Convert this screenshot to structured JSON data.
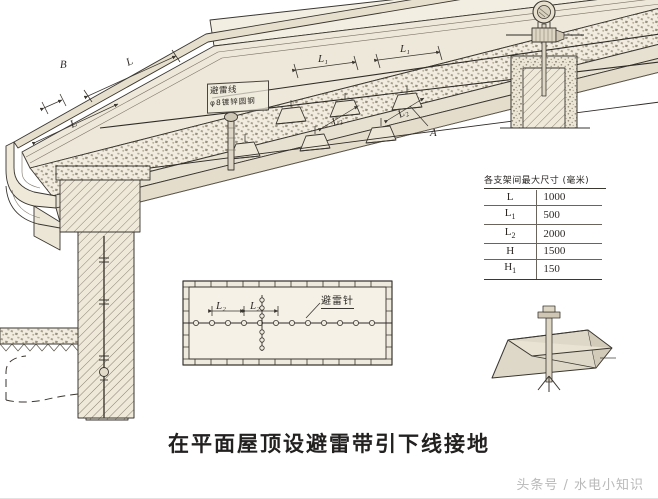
{
  "figure": {
    "caption": "在平面屋顶设避雷带引下线接地",
    "watermark": "头条号 / 水电小知识"
  },
  "roof_label": {
    "line1": "避雷线",
    "line2": "φ8镀锌圆钢"
  },
  "plan_inset": {
    "rod_label": "避雷针",
    "dim_left": "L₂",
    "dim_right": "L₂"
  },
  "markers": {
    "a": "A",
    "b": "B",
    "l": "L",
    "l1_a": "L₁",
    "l1_b": "L₁",
    "l2_a": "L₂",
    "l2_b": "L₂",
    "l_eave": "L"
  },
  "dim_table": {
    "title": "各支架间最大尺寸 (毫米)",
    "rows": [
      {
        "symbol": "L",
        "sub": "",
        "value": "1000"
      },
      {
        "symbol": "L",
        "sub": "1",
        "value": "500"
      },
      {
        "symbol": "L",
        "sub": "2",
        "value": "2000"
      },
      {
        "symbol": "H",
        "sub": "",
        "value": "1500"
      },
      {
        "symbol": "H",
        "sub": "1",
        "value": "150"
      }
    ]
  },
  "colors": {
    "ink": "#3a3630",
    "paper": "#ffffff",
    "roof_fill": "#efeade",
    "roof_fill_dark": "#e2dbc9",
    "concrete": "#e9e3d4",
    "hatch": "#8a8273",
    "watermark": "#b9b9b9"
  }
}
